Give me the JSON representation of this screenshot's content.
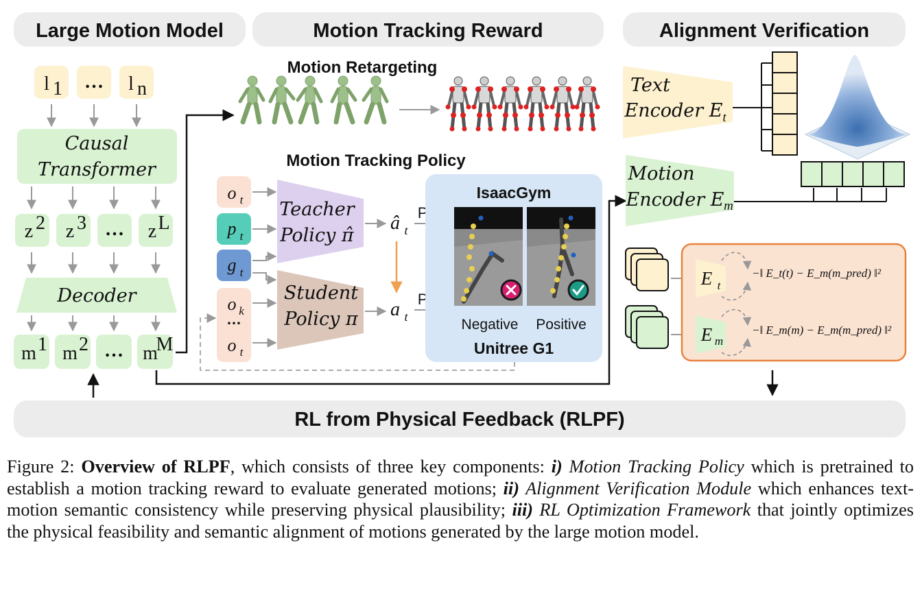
{
  "headers": {
    "large_motion_model": "Large Motion Model",
    "motion_tracking_reward": "Motion Tracking Reward",
    "alignment_verification": "Alignment Verification",
    "rlpf": "RL from Physical Feedback (RLPF)"
  },
  "lmm": {
    "input_tokens": [
      "l",
      "…",
      "l"
    ],
    "input_subs": [
      "1",
      "",
      "n"
    ],
    "causal_transformer_l1": "Causal",
    "causal_transformer_l2": "Transformer",
    "latents": [
      "z",
      "z",
      "…",
      "z"
    ],
    "latent_sups": [
      "2",
      "3",
      "",
      "L"
    ],
    "decoder": "Decoder",
    "outputs": [
      "m",
      "m",
      "…",
      "m"
    ],
    "output_sups": [
      "1",
      "2",
      "",
      "M"
    ]
  },
  "reward": {
    "motion_retargeting": "Motion Retargeting",
    "motion_tracking_policy": "Motion Tracking Policy",
    "obs": {
      "o_t": "o",
      "o_t_sub": "t",
      "p_t": "p",
      "p_t_sub": "t",
      "g_t": "g",
      "g_t_sub": "t",
      "o_k": "o",
      "o_k_sub": "k",
      "dots": "…",
      "o_t2": "o",
      "o_t2_sub": "t"
    },
    "teacher_l1": "Teacher",
    "teacher_l2": "Policy π̂",
    "student_l1": "Student",
    "student_l2": "Policy π",
    "a_hat": "â",
    "a_hat_sub": "t",
    "a": "a",
    "a_sub": "t",
    "pd": "PD",
    "isaacgym": "IsaacGym",
    "negative": "Negative",
    "positive": "Positive",
    "robot": "Unitree G1"
  },
  "alignment": {
    "text_encoder_l1": "Text",
    "text_encoder_l2": "Encoder E",
    "text_encoder_sub": "t",
    "motion_encoder_l1": "Motion",
    "motion_encoder_l2": "Encoder E",
    "motion_encoder_sub": "m",
    "et_label": "E",
    "et_sub": "t",
    "em_label": "E",
    "em_sub": "m",
    "formula_text": "−‖ E_t(t) − E_m(m_pred) ‖²",
    "formula_motion": "−‖ E_m(m) − E_m(m_pred) ‖²"
  },
  "caption": {
    "fig_label": "Figure 2: ",
    "bold_title": "Overview of RLPF",
    "part1": ", which consists of three key components: ",
    "i_label": "i)",
    "i_name": " Motion Tracking Policy",
    "part2": " which is pretrained to establish a motion tracking reward to evaluate generated motions; ",
    "ii_label": "ii)",
    "ii_name": " Alignment Verification Module",
    "part3": " which enhances text-motion semantic consistency while preserving physical plausibility; ",
    "iii_label": "iii)",
    "iii_name": " RL Optimization Framework",
    "part4": " that jointly optimizes the physical feasibility and semantic alignment of motions generated by the large motion model."
  },
  "colors": {
    "header_bg": "#ececec",
    "token_yellow": "#fdf1cf",
    "block_green": "#d9f2d2",
    "obs_peach": "#fbe1d4",
    "obs_teal": "#56cdb8",
    "obs_blue": "#6f99d2",
    "teacher_purple": "#ddd0ee",
    "student_brown": "#dcc6b9",
    "isaac_blue": "#d6e6f6",
    "align_orange_fill": "#fbe3d2",
    "align_orange_stroke": "#e8823e",
    "fail_red": "#d61f6e",
    "pass_teal": "#1c9b86"
  }
}
